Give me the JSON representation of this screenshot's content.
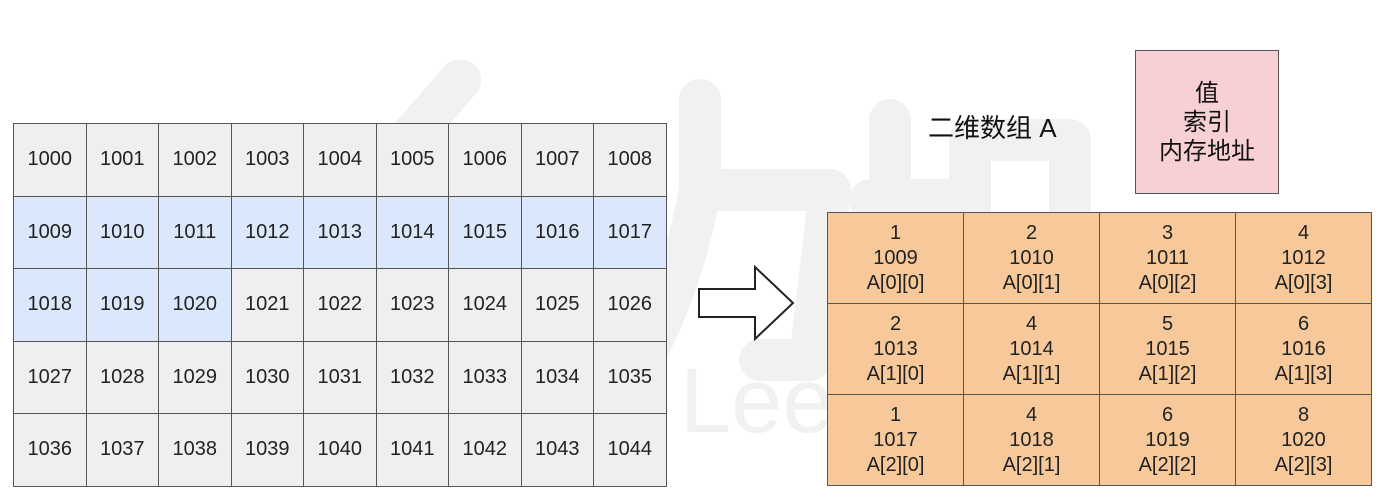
{
  "memory_grid": {
    "columns": 9,
    "cells": [
      {
        "address": "1000",
        "used": false
      },
      {
        "address": "1001",
        "used": false
      },
      {
        "address": "1002",
        "used": false
      },
      {
        "address": "1003",
        "used": false
      },
      {
        "address": "1004",
        "used": false
      },
      {
        "address": "1005",
        "used": false
      },
      {
        "address": "1006",
        "used": false
      },
      {
        "address": "1007",
        "used": false
      },
      {
        "address": "1008",
        "used": false
      },
      {
        "address": "1009",
        "used": true
      },
      {
        "address": "1010",
        "used": true
      },
      {
        "address": "1011",
        "used": true
      },
      {
        "address": "1012",
        "used": true
      },
      {
        "address": "1013",
        "used": true
      },
      {
        "address": "1014",
        "used": true
      },
      {
        "address": "1015",
        "used": true
      },
      {
        "address": "1016",
        "used": true
      },
      {
        "address": "1017",
        "used": true
      },
      {
        "address": "1018",
        "used": true
      },
      {
        "address": "1019",
        "used": true
      },
      {
        "address": "1020",
        "used": true
      },
      {
        "address": "1021",
        "used": false
      },
      {
        "address": "1022",
        "used": false
      },
      {
        "address": "1023",
        "used": false
      },
      {
        "address": "1024",
        "used": false
      },
      {
        "address": "1025",
        "used": false
      },
      {
        "address": "1026",
        "used": false
      },
      {
        "address": "1027",
        "used": false
      },
      {
        "address": "1028",
        "used": false
      },
      {
        "address": "1029",
        "used": false
      },
      {
        "address": "1030",
        "used": false
      },
      {
        "address": "1031",
        "used": false
      },
      {
        "address": "1032",
        "used": false
      },
      {
        "address": "1033",
        "used": false
      },
      {
        "address": "1034",
        "used": false
      },
      {
        "address": "1035",
        "used": false
      },
      {
        "address": "1036",
        "used": false
      },
      {
        "address": "1037",
        "used": false
      },
      {
        "address": "1038",
        "used": false
      },
      {
        "address": "1039",
        "used": false
      },
      {
        "address": "1040",
        "used": false
      },
      {
        "address": "1041",
        "used": false
      },
      {
        "address": "1042",
        "used": false
      },
      {
        "address": "1043",
        "used": false
      },
      {
        "address": "1044",
        "used": false
      }
    ]
  },
  "array": {
    "title": "二维数组 A",
    "legend": [
      "值",
      "索引",
      "内存地址"
    ],
    "columns": 4,
    "cells": [
      {
        "value": "1",
        "address": "1009",
        "index": "A[0][0]"
      },
      {
        "value": "2",
        "address": "1010",
        "index": "A[0][1]"
      },
      {
        "value": "3",
        "address": "1011",
        "index": "A[0][2]"
      },
      {
        "value": "4",
        "address": "1012",
        "index": "A[0][3]"
      },
      {
        "value": "2",
        "address": "1013",
        "index": "A[1][0]"
      },
      {
        "value": "4",
        "address": "1014",
        "index": "A[1][1]"
      },
      {
        "value": "5",
        "address": "1015",
        "index": "A[1][2]"
      },
      {
        "value": "6",
        "address": "1016",
        "index": "A[1][3]"
      },
      {
        "value": "1",
        "address": "1017",
        "index": "A[2][0]"
      },
      {
        "value": "4",
        "address": "1018",
        "index": "A[2][1]"
      },
      {
        "value": "6",
        "address": "1019",
        "index": "A[2][2]"
      },
      {
        "value": "8",
        "address": "1020",
        "index": "A[2][3]"
      }
    ]
  },
  "colors": {
    "free_cell": "#efefef",
    "used_cell": "#dbe8fb",
    "array_cell": "#f7c99a",
    "legend_box": "#f7d0d4"
  },
  "watermark": {
    "text": "LeetCode"
  }
}
